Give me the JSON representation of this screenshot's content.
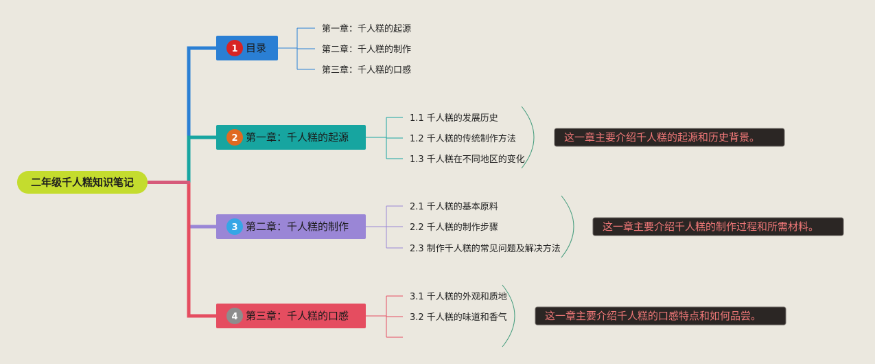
{
  "root": {
    "label": "二年级千人糕知识笔记",
    "color": "#c4dc2e"
  },
  "branches": [
    {
      "badge": "1",
      "label": "目录",
      "color": "#2a7fd4",
      "badge_color": "#d82424",
      "leaves": [
        "第一章：千人糕的起源",
        "第二章：千人糕的制作",
        "第三章：千人糕的口感"
      ],
      "summary": ""
    },
    {
      "badge": "2",
      "label": "第一章：千人糕的起源",
      "color": "#17a5a0",
      "badge_color": "#e06a22",
      "leaves": [
        "1.1 千人糕的发展历史",
        "1.2 千人糕的传统制作方法",
        "1.3 千人糕在不同地区的变化"
      ],
      "summary": "这一章主要介绍千人糕的起源和历史背景。"
    },
    {
      "badge": "3",
      "label": "第二章：千人糕的制作",
      "color": "#9a86d6",
      "badge_color": "#35a6e6",
      "leaves": [
        "2.1 千人糕的基本原料",
        "2.2 千人糕的制作步骤",
        "2.3 制作千人糕的常见问题及解决方法"
      ],
      "summary": "这一章主要介绍千人糕的制作过程和所需材料。"
    },
    {
      "badge": "4",
      "label": "第三章：千人糕的口感",
      "color": "#e54d60",
      "badge_color": "#8d8d8d",
      "leaves": [
        "3.1 千人糕的外观和质地",
        "3.2 千人糕的味道和香气",
        ""
      ],
      "summary": "这一章主要介绍千人糕的口感特点和如何品尝。"
    }
  ],
  "colors": {
    "background": "#ebe8df",
    "summary_box": "#2b2624",
    "summary_text": "#f07878",
    "bracket": "#3f9a7a"
  }
}
